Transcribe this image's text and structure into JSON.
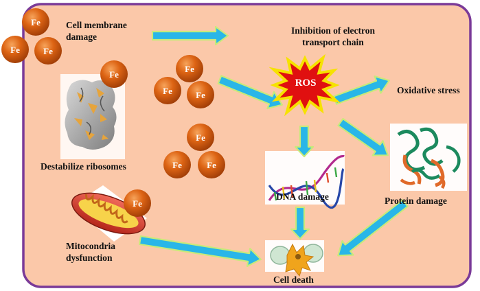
{
  "labels": {
    "cell_membrane": [
      "Cell membrane",
      "damage"
    ],
    "inhibition": [
      "Inhibition of electron",
      "transport chain"
    ],
    "ros": "ROS",
    "oxidative_stress": "Oxidative stress",
    "destabilize_ribosomes": "Destabilize ribosomes",
    "dna_damage": "DNA damage",
    "protein_damage": "Protein damage",
    "mitochondria": [
      "Mitocondria",
      "dysfunction"
    ],
    "cell_death": "Cell death"
  },
  "fe_label": "Fe",
  "colors": {
    "cell_fill": "#fbc8a9",
    "cell_border": "#7a3a98",
    "arrow_fill": "#29b6e8",
    "arrow_edge": "#c8ea7a",
    "fe_ball": "#d3580f",
    "ros_star": "#e01010",
    "ros_edge": "#f6e200"
  }
}
